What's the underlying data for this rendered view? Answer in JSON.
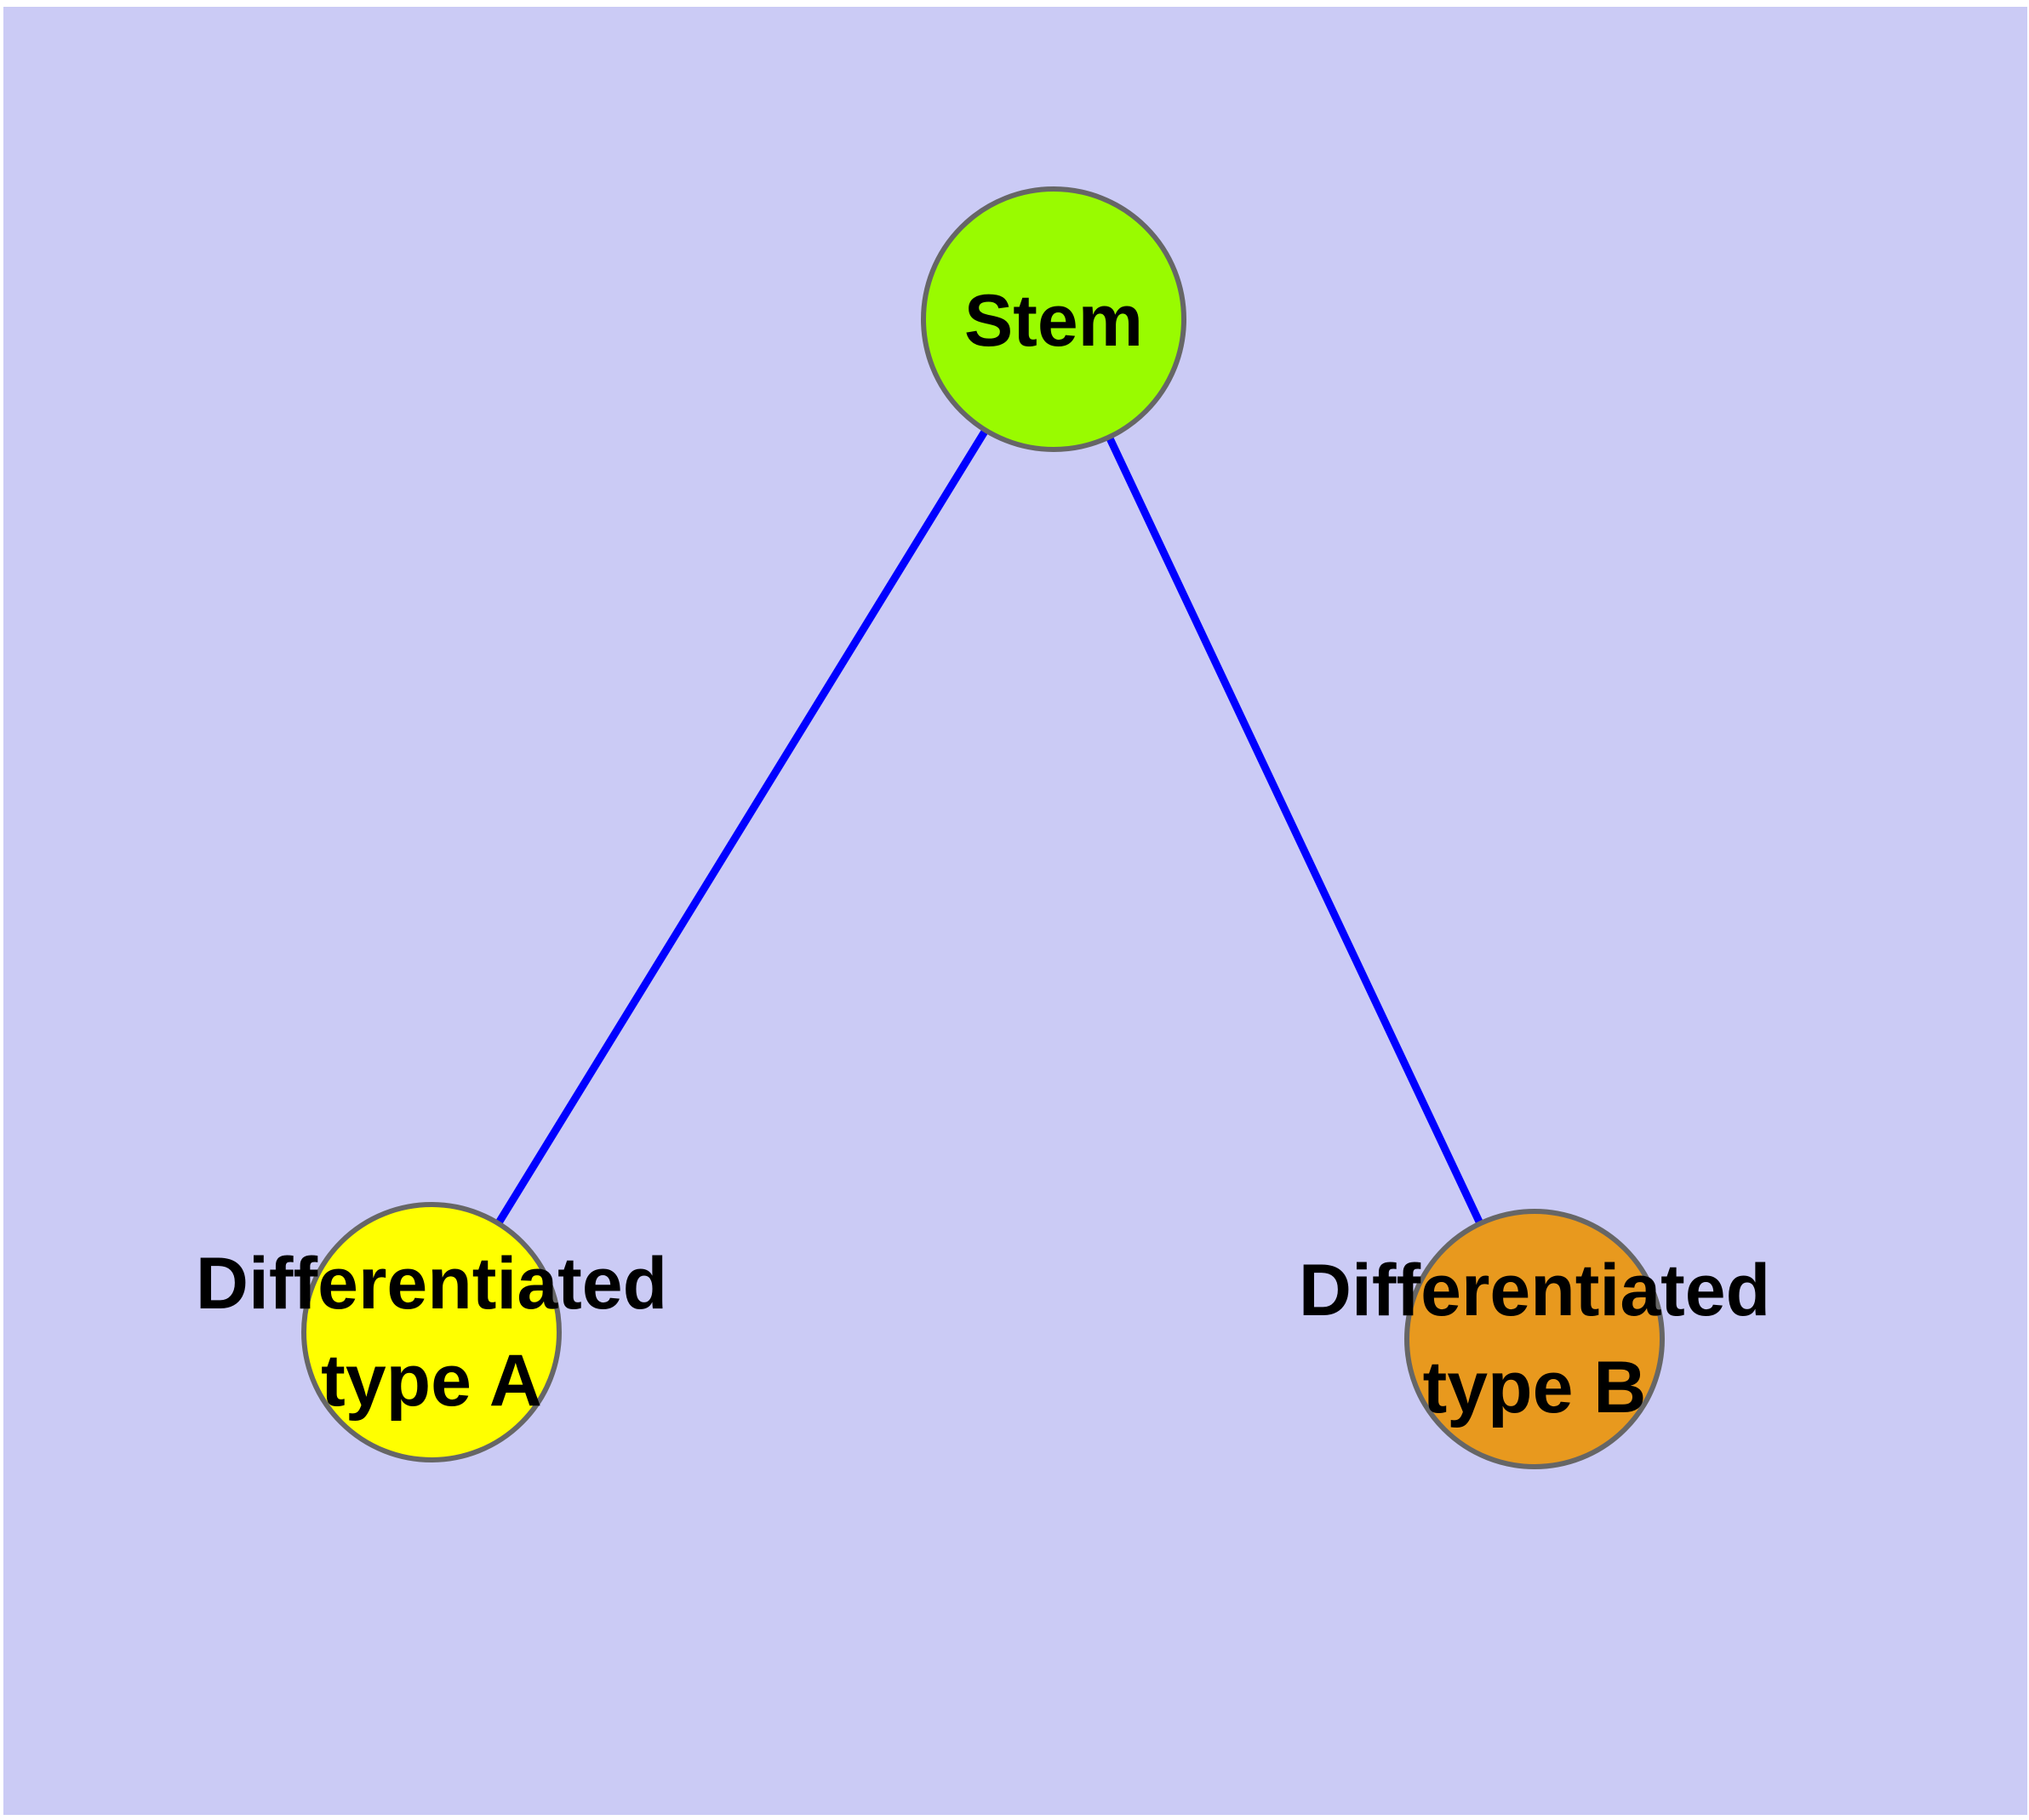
{
  "diagram": {
    "type": "graph",
    "background_color": "#cbcbf5",
    "page_margin_color": "#ffffff",
    "edge_color": "#0000ff",
    "node_border_color": "#666666",
    "label_color": "#000000",
    "nodes": [
      {
        "id": "stem",
        "lines": [
          "Stem",
          ""
        ],
        "fill": "#99fb00"
      },
      {
        "id": "differentiated-type-a",
        "lines": [
          "Differentiated",
          "type A"
        ],
        "fill": "#ffff00"
      },
      {
        "id": "differentiated-type-b",
        "lines": [
          "Differentiated",
          "type B"
        ],
        "fill": "#e8991e"
      }
    ],
    "edges": [
      {
        "from": "stem",
        "to": "differentiated-type-a"
      },
      {
        "from": "stem",
        "to": "differentiated-type-b"
      }
    ]
  }
}
